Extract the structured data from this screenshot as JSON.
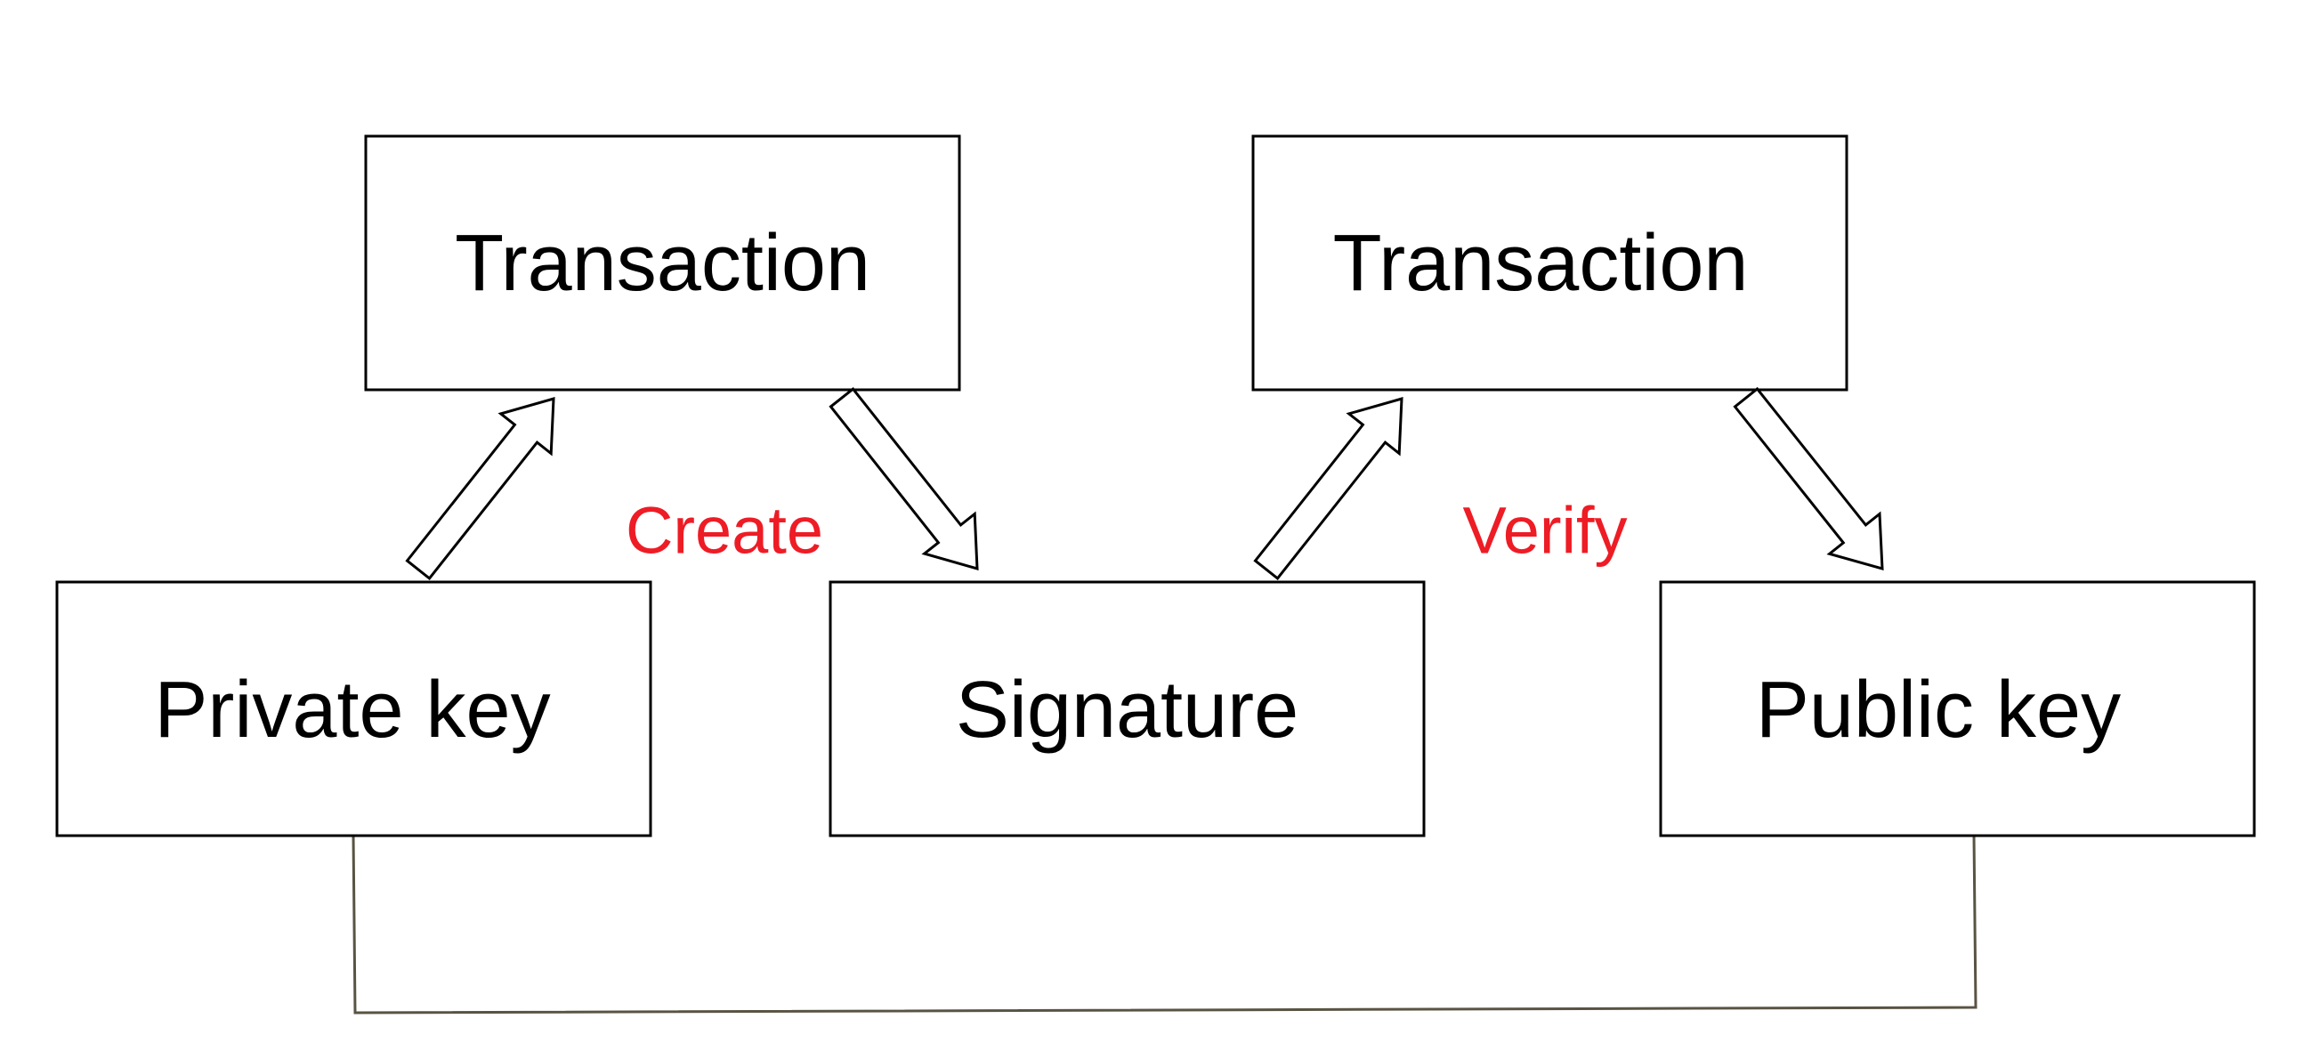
{
  "colors": {
    "box_stroke": "#000000",
    "box_fill": "#ffffff",
    "arrow_stroke": "#000000",
    "arrow_fill": "#ffffff",
    "action_text": "#ee1c25",
    "connector": "#595343"
  },
  "boxes": {
    "transaction_create": "Transaction",
    "transaction_verify": "Transaction",
    "private_key": "Private key",
    "signature": "Signature",
    "public_key": "Public key"
  },
  "actions": {
    "create": "Create",
    "verify": "Verify"
  }
}
